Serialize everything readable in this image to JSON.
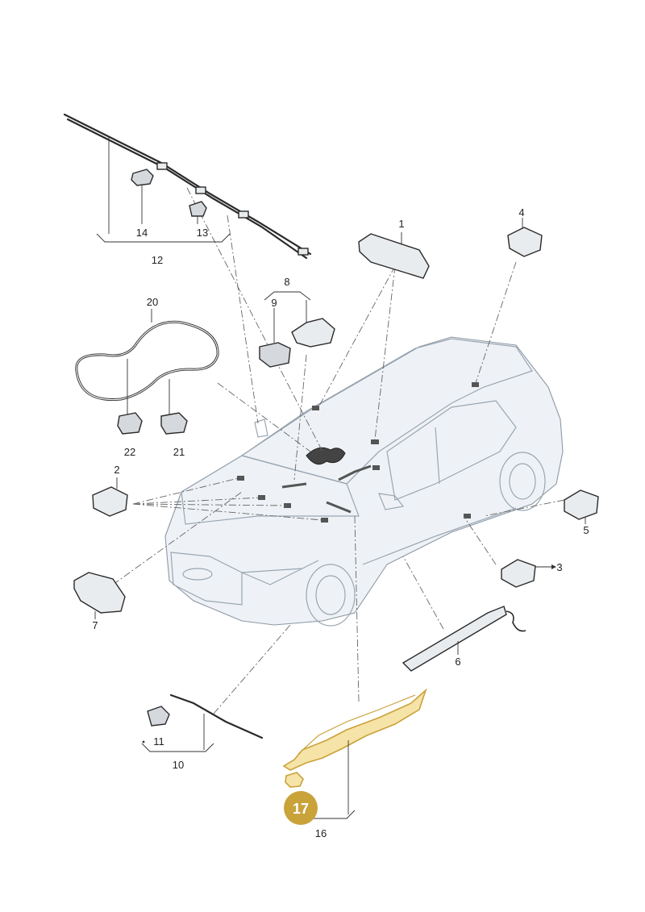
{
  "callouts": {
    "c1": "1",
    "c2": "2",
    "c3": "3",
    "c4": "4",
    "c5": "5",
    "c6": "6",
    "c7": "7",
    "c8": "8",
    "c9": "9",
    "c10": "10",
    "c11": "11",
    "c12": "12",
    "c13": "13",
    "c14": "14",
    "c16": "16",
    "c20": "20",
    "c21": "21",
    "c22": "22"
  },
  "highlight": {
    "label": "17",
    "color": "#c9a23a"
  },
  "colors": {
    "line": "#2a2a2a",
    "car": "#9aa6b2",
    "highlight_fill": "#f6e3a8"
  }
}
